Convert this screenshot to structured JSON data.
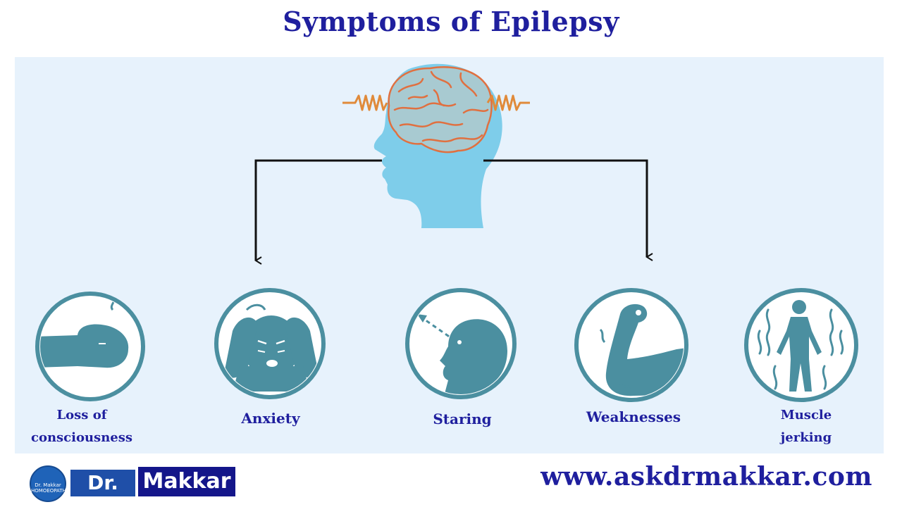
{
  "title": "Symptoms of Epilepsy",
  "symptoms": [
    {
      "line1": "Loss of",
      "line2": "consciousness",
      "icon": "unconscious-head-icon"
    },
    {
      "line1": "Anxiety",
      "line2": "",
      "icon": "anxious-face-icon"
    },
    {
      "line1": "Staring",
      "line2": "",
      "icon": "staring-head-icon"
    },
    {
      "line1": "Weaknesses",
      "line2": "",
      "icon": "weak-arm-icon"
    },
    {
      "line1": "Muscle",
      "line2": "jerking",
      "icon": "jerking-body-icon"
    }
  ],
  "logo": {
    "badge_text": "Dr. Makkar HOMOEOPATHY",
    "dr": "Dr.",
    "name": "Makkar"
  },
  "website": "www.askdrmakkar.com",
  "colors": {
    "title": "#1f1f9e",
    "panel": "#e7f2fc",
    "head": "#7ecdea",
    "brain": "#e07040",
    "icon_fill": "#4b8fa0",
    "icon_ring": "#4b8fa0"
  }
}
